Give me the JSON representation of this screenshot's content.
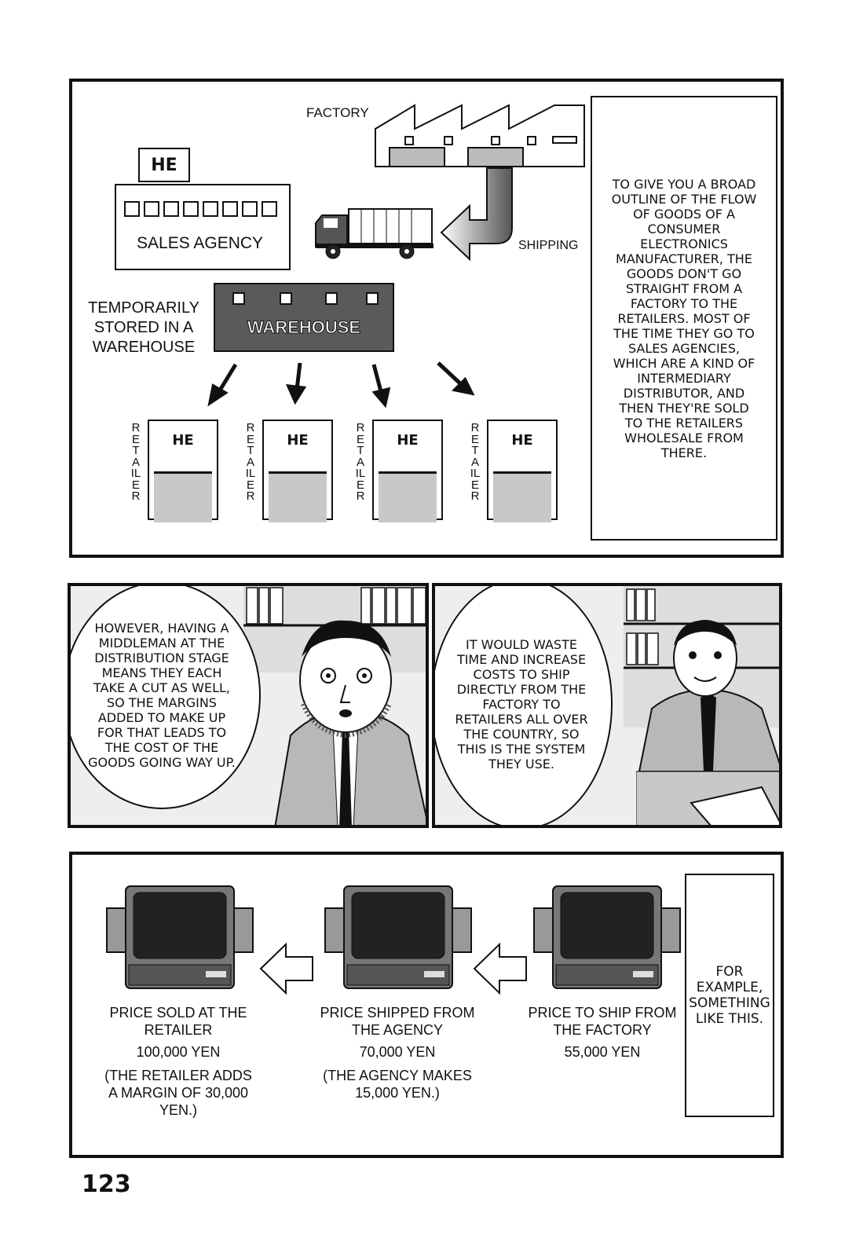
{
  "panel1": {
    "factory_label": "FACTORY",
    "shipping_label": "SHIPPING",
    "sales_agency_label": "SALES AGENCY",
    "warehouse_label": "WAREHOUSE",
    "temporarily_stored_label": "TEMPORARILY STORED IN A WAREHOUSE",
    "logo_text": "HE",
    "retailer_label": "RETAILER",
    "narration": "TO GIVE YOU A BROAD OUTLINE OF THE FLOW OF GOODS OF A CONSUMER ELECTRONICS MANUFACTURER, THE GOODS DON'T GO STRAIGHT FROM A FACTORY TO THE RETAILERS. MOST OF THE TIME THEY GO TO SALES AGENCIES, WHICH ARE A KIND OF INTERMEDIARY DISTRIBUTOR, AND THEN THEY'RE SOLD TO THE RETAILERS WHOLESALE FROM THERE."
  },
  "panel2": {
    "speech": "HOWEVER, HAVING A MIDDLEMAN AT THE DISTRIBUTION STAGE MEANS THEY EACH TAKE A CUT AS WELL, SO THE MARGINS ADDED TO MAKE UP FOR THAT LEADS TO THE COST OF THE GOODS GOING WAY UP."
  },
  "panel3": {
    "speech": "IT WOULD WASTE TIME AND INCREASE COSTS TO SHIP DIRECTLY FROM THE FACTORY TO RETAILERS ALL OVER THE COUNTRY, SO THIS IS THE SYSTEM THEY USE."
  },
  "panel4": {
    "retailer": {
      "title": "PRICE SOLD AT THE RETAILER",
      "price": "100,000 YEN",
      "note": "(THE RETAILER ADDS A MARGIN OF 30,000 YEN.)"
    },
    "agency": {
      "title": "PRICE SHIPPED FROM THE AGENCY",
      "price": "70,000 YEN",
      "note": "(THE AGENCY MAKES 15,000 YEN.)"
    },
    "factory": {
      "title": "PRICE TO SHIP FROM THE FACTORY",
      "price": "55,000 YEN"
    },
    "narration": "FOR EXAMPLE, SOMETHING LIKE THIS."
  },
  "page_number": "123"
}
